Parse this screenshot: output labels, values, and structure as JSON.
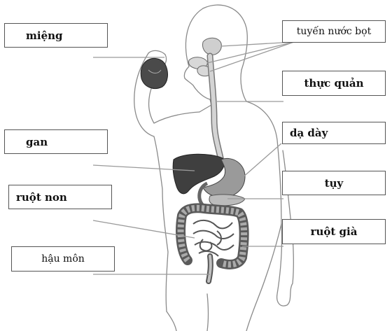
{
  "labels": {
    "mieng": "miệng",
    "tuyen_nuoc_bot": "tuyến nước bọt",
    "thuc_quan": "thực quản",
    "gan": "gan",
    "da_day": "dạ dày",
    "ruot_non": "ruột non",
    "tuy": "tụy",
    "ruot_gia": "ruột già",
    "hau_mon": "hậu môn"
  },
  "colors": {
    "outline": "#8a8a8a",
    "organ_dark": "#3a3a3a",
    "organ_mid": "#8c8c8c",
    "organ_light": "#cfcfcf",
    "leader": "#9a9a9a"
  }
}
